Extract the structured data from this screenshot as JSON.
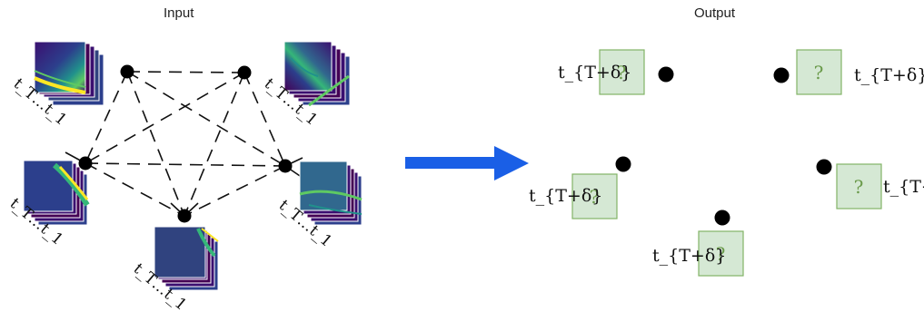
{
  "titles": {
    "input": "Input",
    "output": "Output"
  },
  "labels": {
    "input_time": "t_T…t_1",
    "output_time": "t_{T+δ}",
    "question": "?"
  },
  "graph": {
    "node_count": 5,
    "edges": "complete graph between all 5 nodes"
  },
  "colors": {
    "arrow": "#1a5fe6",
    "question_box_fill": "#d5e8d4",
    "question_box_stroke": "#82b366",
    "node": "#000000",
    "heatmap_low": "#3b0f70",
    "heatmap_mid": "#21918c",
    "heatmap_high": "#fde725"
  }
}
